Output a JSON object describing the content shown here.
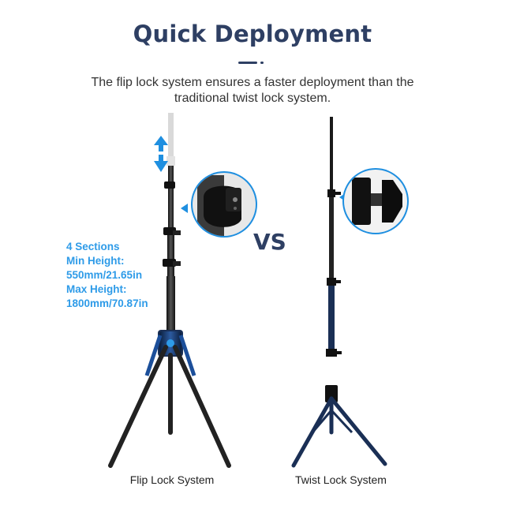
{
  "header": {
    "title": "Quick Deployment",
    "subtitle": "The flip lock system ensures a faster deployment than the traditional twist lock system."
  },
  "specs": {
    "sections": "4 Sections",
    "min_label": "Min Height:",
    "min_value": "550mm/21.65in",
    "max_label": "Max Height:",
    "max_value": "1800mm/70.87in"
  },
  "comparison": {
    "vs": "VS",
    "left_caption": "Flip Lock System",
    "right_caption": "Twist Lock System"
  },
  "colors": {
    "title": "#2e3f63",
    "accent_blue": "#2e9be8"
  },
  "icons": [
    "up-down-arrow-icon",
    "flip-lock-detail",
    "twist-lock-detail"
  ]
}
